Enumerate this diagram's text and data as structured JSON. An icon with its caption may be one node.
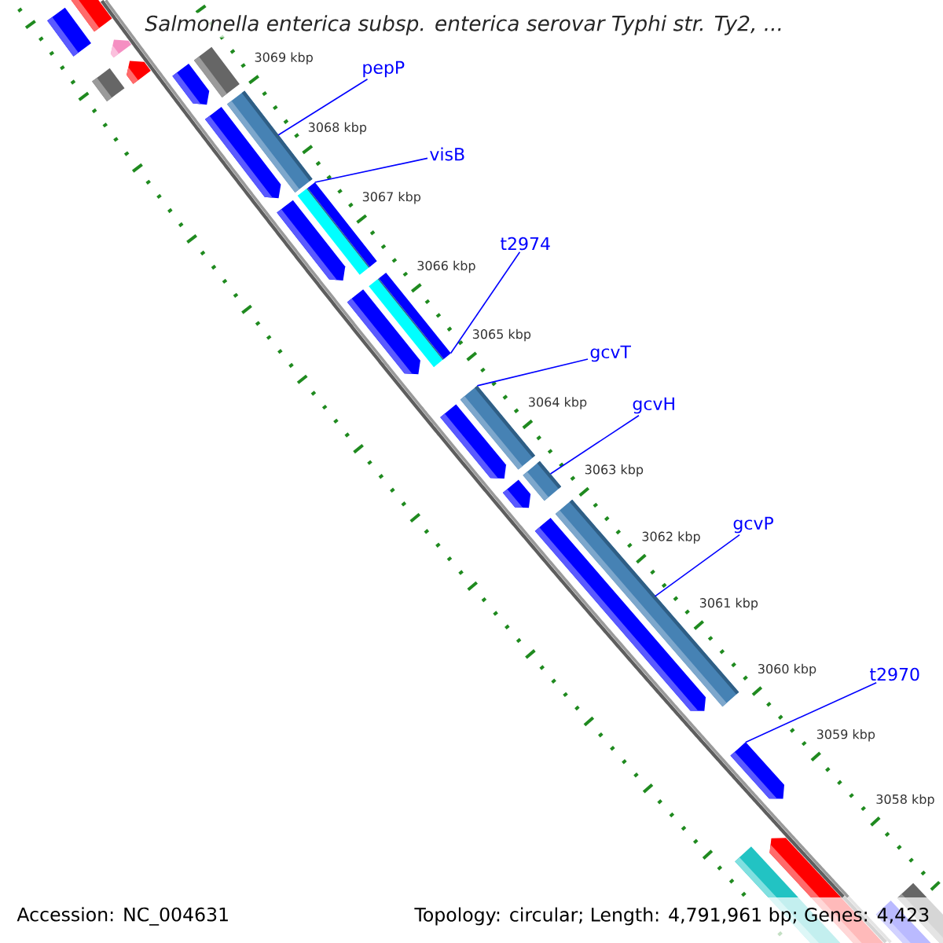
{
  "diagram": {
    "title": "Salmonella enterica subsp. enterica serovar Typhi str. Ty2, ...",
    "nodes": [
      {
        "text": [
          "pepP"
        ]
      },
      {
        "text": [
          "visB"
        ]
      },
      {
        "text": [
          "t2974"
        ]
      },
      {
        "text": [
          "gcvT"
        ]
      },
      {
        "text": [
          "gcvH"
        ]
      },
      {
        "text": [
          "gcvP"
        ]
      },
      {
        "text": [
          "t2970"
        ]
      },
      {
        "text": [],
        "shape": "bar"
      },
      {
        "text": [],
        "shape": "bar"
      },
      {
        "text": [],
        "shape": "pentagon"
      },
      {
        "text": [],
        "shape": "bar"
      },
      {
        "text": [],
        "shape": "pentagon"
      },
      {
        "text": [],
        "shape": "pentagon"
      },
      {
        "text": [],
        "shape": "bar"
      },
      {
        "text": [],
        "shape": "bar"
      },
      {
        "text": [],
        "shape": "pentagon"
      },
      {
        "text": [],
        "shape": "bar"
      },
      {
        "text": [],
        "shape": "pentagon"
      },
      {
        "text": [],
        "shape": "bar"
      },
      {
        "text": [],
        "shape": "pentagon"
      },
      {
        "text": [],
        "shape": "bar"
      },
      {
        "text": [],
        "shape": "pentagon"
      },
      {
        "text": [],
        "shape": "bar"
      },
      {
        "text": [],
        "shape": "pentagon"
      },
      {
        "text": [],
        "shape": "bar"
      },
      {
        "text": [],
        "shape": "pentagon"
      },
      {
        "text": [],
        "shape": "pentagon"
      },
      {
        "text": [],
        "shape": "pentagon"
      },
      {
        "text": [],
        "shape": "bar"
      },
      {
        "text": [],
        "shape": "bar"
      },
      {
        "text": [],
        "shape": "bar"
      }
    ],
    "edges": [
      {
        "from": 0,
        "to": 14,
        "arrow": "none"
      },
      {
        "from": 1,
        "to": 16,
        "arrow": "none"
      },
      {
        "from": 2,
        "to": 18,
        "arrow": "none"
      },
      {
        "from": 3,
        "to": 20,
        "arrow": "none"
      },
      {
        "from": 4,
        "to": 22,
        "arrow": "none"
      },
      {
        "from": 5,
        "to": 24,
        "arrow": "none"
      },
      {
        "from": 6,
        "to": 26,
        "arrow": "none"
      }
    ],
    "labels": [
      "3069 kbp",
      "3068 kbp",
      "3067 kbp",
      "3066 kbp",
      "3065 kbp",
      "3064 kbp",
      "3063 kbp",
      "3062 kbp",
      "3061 kbp",
      "3060 kbp",
      "3059 kbp",
      "3058 kbp",
      "Accession: NC_004631",
      "Topology: circular; Length: 4,791,961 bp; Genes: 4,423"
    ]
  }
}
